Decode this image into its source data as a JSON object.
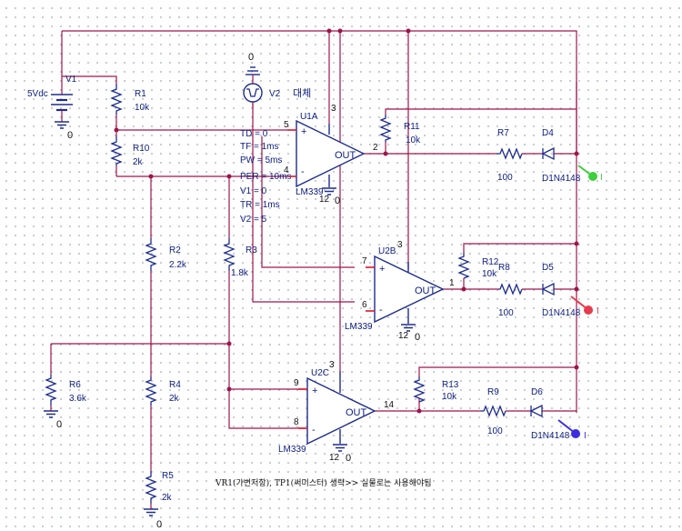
{
  "components": {
    "v1": {
      "name": "V1",
      "value": "5Vdc",
      "gnd": "0"
    },
    "r1": {
      "name": "R1",
      "value": "10k"
    },
    "r10": {
      "name": "R10",
      "value": "2k"
    },
    "r2": {
      "name": "R2",
      "value": "2.2k"
    },
    "r3": {
      "name": "R3",
      "value": "1.8k"
    },
    "r4": {
      "name": "R4",
      "value": "2k"
    },
    "r5": {
      "name": "R5",
      "value": "2k",
      "gnd": "0"
    },
    "r6": {
      "name": "R6",
      "value": "3.6k",
      "gnd": "0"
    },
    "r7": {
      "name": "R7",
      "value": "100"
    },
    "r8": {
      "name": "R8",
      "value": "100"
    },
    "r9": {
      "name": "R9",
      "value": "100"
    },
    "r11": {
      "name": "R11",
      "value": "10k"
    },
    "r12": {
      "name": "R12",
      "value": "10k"
    },
    "r13": {
      "name": "R13",
      "value": "10k"
    },
    "d4": {
      "name": "D4",
      "value": "D1N4148"
    },
    "d5": {
      "name": "D5",
      "value": "D1N4148"
    },
    "d6": {
      "name": "D6",
      "value": "D1N4148"
    },
    "v2": {
      "name": "V2",
      "extra": "대체",
      "gnd": "0",
      "params": [
        "TD = 0",
        "TF = 1ms",
        "PW = 5ms",
        "PER = 10ms",
        "V1 = 0",
        "TR = 1ms",
        "V2 = 5"
      ]
    },
    "u1a": {
      "name": "U1A",
      "part": "LM339",
      "out": "OUT",
      "pins": {
        "plus": "5",
        "minus": "4",
        "out": "2",
        "vcc": "3",
        "gnd": "12"
      },
      "gnd": "0"
    },
    "u2b": {
      "name": "U2B",
      "part": "LM339",
      "out": "OUT",
      "pins": {
        "plus": "7",
        "minus": "6",
        "out": "1",
        "vcc": "3",
        "gnd": "12"
      },
      "gnd": "0"
    },
    "u2c": {
      "name": "U2C",
      "part": "LM339",
      "out": "OUT",
      "pins": {
        "plus": "9",
        "minus": "8",
        "out": "14",
        "vcc": "3",
        "gnd": "12"
      },
      "gnd": "0"
    }
  },
  "probe_labels": {
    "green": "I",
    "red": "I",
    "blue": "I"
  },
  "colors": {
    "wire": "#a0144a",
    "symbol": "#1d2c8f",
    "pin_marker": "#e0142a",
    "probe_green": "#3ccf3c",
    "probe_red": "#e83b4e",
    "probe_blue": "#3b2ee0"
  },
  "note": "VR1(가변저항), TP1(써미스터) 생략>> 실물로는 사용해야됨"
}
